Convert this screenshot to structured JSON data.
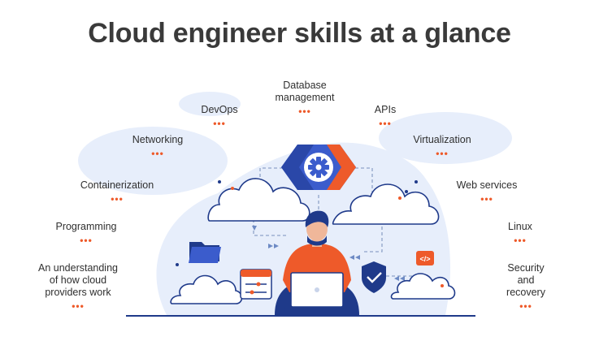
{
  "title": "Cloud engineer skills at a glance",
  "skills": {
    "database_management": "Database\nmanagement",
    "devops": "DevOps",
    "apis": "APIs",
    "networking": "Networking",
    "virtualization": "Virtualization",
    "containerization": "Containerization",
    "web_services": "Web services",
    "programming": "Programming",
    "linux": "Linux",
    "cloud_providers": "An understanding\nof how cloud\nproviders work",
    "security_recovery": "Security\nand\nrecovery"
  },
  "dots": "•••",
  "code_tag": "</>",
  "colors": {
    "title": "#3a3a3a",
    "accent_orange": "#ee5a2a",
    "navy": "#1f3a8a",
    "light_blue": "#e7eefb",
    "gear_blue": "#3b5ccc"
  },
  "icons": [
    "gear-icon",
    "cloud-icon",
    "folder-icon",
    "shield-check-icon",
    "code-tag-icon",
    "laptop-icon",
    "person-icon",
    "settings-panel-icon"
  ]
}
